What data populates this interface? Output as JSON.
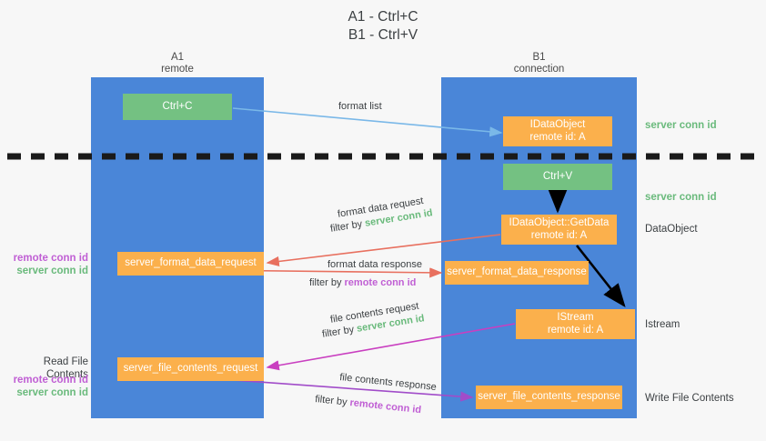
{
  "title": "A1 - Ctrl+C\nB1 - Ctrl+V",
  "lanes": [
    {
      "id": "a1",
      "header": "A1\nremote"
    },
    {
      "id": "b1",
      "header": "B1\nconnection"
    }
  ],
  "nodes": {
    "ctrl_c": "Ctrl+C",
    "idataobject": "IDataObject\nremote id: A",
    "ctrl_v": "Ctrl+V",
    "getdata": "IDataObject::GetData\nremote id: A",
    "server_format_data_request": "server_format_data_request",
    "server_format_data_response": "server_format_data_response",
    "istream": "IStream\nremote id: A",
    "server_file_contents_request": "server_file_contents_request",
    "server_file_contents_response": "server_file_contents_response"
  },
  "side_labels": {
    "server_conn_id_top": "server conn id",
    "server_conn_id_mid": "server conn id",
    "dataobject": "DataObject",
    "istream": "Istream",
    "write_file_contents": "Write File Contents"
  },
  "left_labels": {
    "remote_conn_id_mid": "remote conn id",
    "server_conn_id_mid": "server conn id",
    "read_file_contents": "Read File Contents",
    "remote_conn_id_bottom": "remote conn id",
    "server_conn_id_bottom": "server conn id"
  },
  "edge_labels": {
    "format_list": "format list",
    "format_data_request": "format data request",
    "format_data_request_filter_prefix": "filter by ",
    "format_data_request_filter_value": "server conn id",
    "format_data_response": "format data response",
    "format_data_response_filter_prefix": "filter by ",
    "format_data_response_filter_value": "remote conn id",
    "file_contents_request": "file contents request",
    "file_contents_request_filter_prefix": "filter by ",
    "file_contents_request_filter_value": "server conn id",
    "file_contents_response": "file contents response",
    "file_contents_response_filter_prefix": "filter by ",
    "file_contents_response_filter_value": "remote conn id"
  },
  "colors": {
    "lane": "#4a86d8",
    "node_green": "#74c182",
    "node_orange": "#fbb04c",
    "server_conn_id": "#6aba7c",
    "remote_conn_id": "#c05fd4",
    "arrow_blue": "#7ab8e8",
    "arrow_red": "#e8705f",
    "arrow_magenta": "#c93fc0",
    "arrow_purple": "#a14cc9",
    "arrow_black": "#000000",
    "divider": "#1a1a1a",
    "background": "#f7f7f7"
  }
}
